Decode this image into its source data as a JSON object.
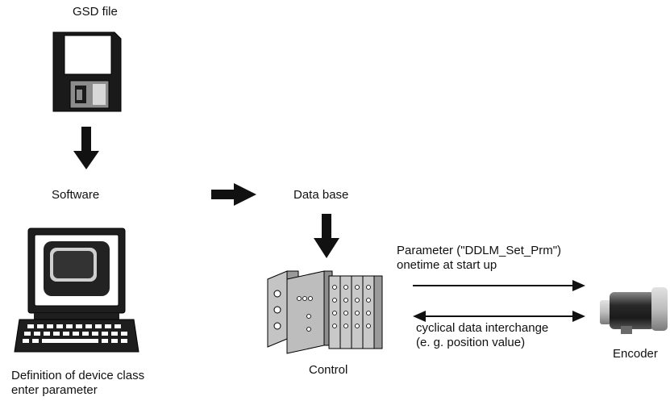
{
  "labels": {
    "gsd_file": "GSD file",
    "software": "Software",
    "data_base": "Data base",
    "definition_line1": "Definition of device class",
    "definition_line2": "enter parameter",
    "control": "Control",
    "encoder": "Encoder",
    "parameter_line1": "Parameter (\"DDLM_Set_Prm\")",
    "parameter_line2": "onetime at start up",
    "cyclic_line1": "cyclical data interchange",
    "cyclic_line2": "(e. g. position value)"
  },
  "colors": {
    "arrow": "#111111",
    "screen_dark": "#222222",
    "screen_glow": "#cfcfcf",
    "plc_body": "#b9b9b9",
    "encoder_body": "#3a3a3a"
  }
}
